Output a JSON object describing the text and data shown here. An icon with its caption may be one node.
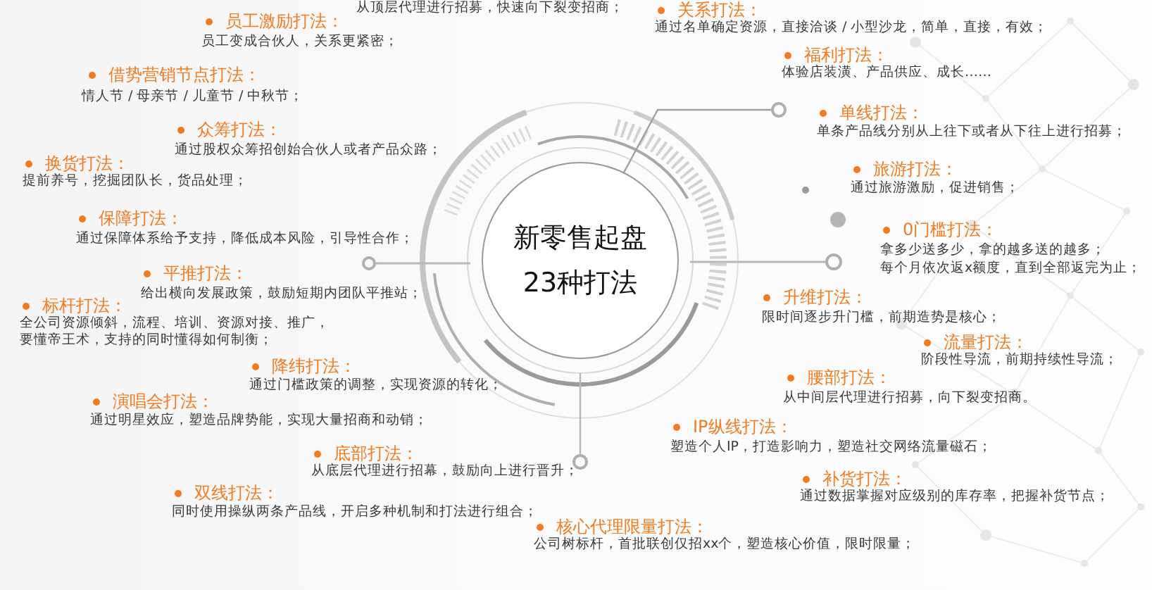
{
  "diagram": {
    "nodes": [
      {
        "text": [
          "新零售起盘23种打法"
        ]
      }
    ],
    "labels": [
      "从顶层代理进行招募，快速向下裂变招商；",
      "关系打法：",
      "通过名单确定资源，直接洽谈 / 小型沙龙，简单，直接，有效；",
      "员工激励打法：",
      "员工变成合伙人，关系更紧密；",
      "福利打法：",
      "体验店装潢、产品供应、成长……",
      "借势营销节点打法：",
      "情人节 / 母亲节 / 儿童节 / 中秋节；",
      "单线打法：",
      "单条产品线分别从上往下或者从下往上进行招募；",
      "众筹打法：",
      "通过股权众筹招创始合伙人或者产品众路；",
      "换货打法：",
      "提前养号，挖掘团队长，货品处理；",
      "旅游打法：",
      "通过旅游激励，促进销售；",
      "保障打法：",
      "通过保障体系给予支持，降低成本风险，引导性合作；",
      "0门槛打法：",
      "拿多少送多少，拿的越多送的越多；",
      "每个月依次返x额度，直到全部返完为止；",
      "平推打法：",
      "给出横向发展政策，鼓励短期内团队平推站；",
      "升维打法：",
      "限时间逐步升门槛，前期造势是核心；",
      "标杆打法：",
      "全公司资源倾斜，流程、培训、资源对接、推广，要懂帝王术，支持的同时懂得如何制衡；",
      "流量打法：",
      "阶段性导流，前期持续性导流；",
      "降纬打法：",
      "通过门槛政策的调整，实现资源的转化；",
      "腰部打法：",
      "从中间层代理进行招募，向下裂变招商。",
      "演唱会打法：",
      "通过明星效应，塑造品牌势能，实现大量招商和动销；",
      "IP纵线打法：",
      "塑造个人IP，打造影响力，塑造社交网络流量磁石；",
      "底部打法：",
      "从底层代理进行招幕，鼓励向上进行晋升；",
      "补货打法：",
      "通过数据掌握对应级别的库存率，把握补货节点；",
      "双线打法：",
      "同时使用操纵两条产品线，开启多种机制和打法进行组合；",
      "核心代理限量打法：",
      "公司树标杆，首批联创仅招xx个，塑造核心价值，限时限量；"
    ]
  }
}
